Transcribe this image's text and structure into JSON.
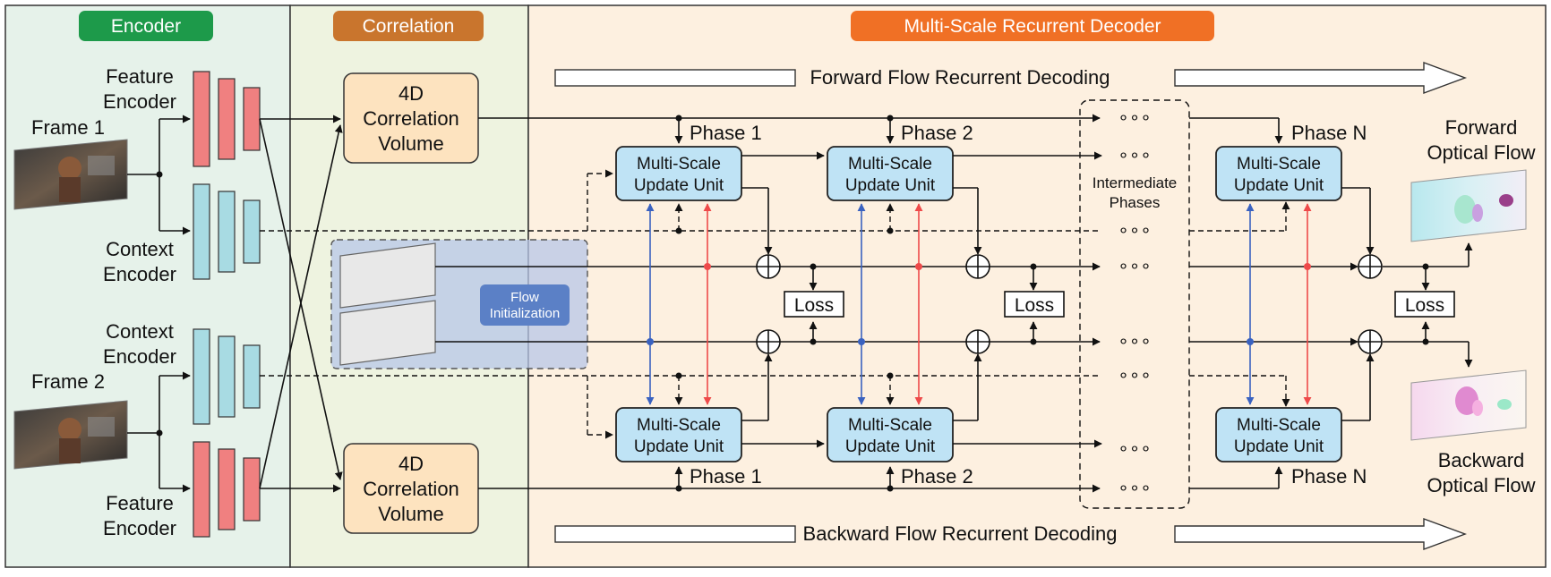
{
  "sections": {
    "encoder": "Encoder",
    "correlation": "Correlation",
    "decoder": "Multi-Scale Recurrent Decoder"
  },
  "encoder": {
    "frame1": "Frame 1",
    "frame2": "Frame 2",
    "feature_encoder_line1": "Feature",
    "feature_encoder_line2": "Encoder",
    "context_encoder_line1": "Context",
    "context_encoder_line2": "Encoder"
  },
  "correlation": {
    "line1": "4D",
    "line2": "Correlation",
    "line3": "Volume"
  },
  "flow_init": {
    "line1": "Flow",
    "line2": "Initialization"
  },
  "decoder": {
    "forward_title": "Forward Flow Recurrent Decoding",
    "backward_title": "Backward Flow Recurrent Decoding",
    "unit_line1": "Multi-Scale",
    "unit_line2": "Update Unit",
    "phase1": "Phase 1",
    "phase2": "Phase 2",
    "phaseN": "Phase N",
    "intermediate_line1": "Intermediate",
    "intermediate_line2": "Phases",
    "loss": "Loss",
    "dots": "∘∘∘"
  },
  "outputs": {
    "forward_line1": "Forward",
    "forward_line2": "Optical Flow",
    "backward_line1": "Backward",
    "backward_line2": "Optical Flow"
  },
  "colors": {
    "encoder_bg": "#e6f2ea",
    "correlation_bg": "#eef3e0",
    "decoder_bg": "#fdf0e0",
    "encoder_badge": "#1d9a4a",
    "correlation_badge": "#c9752d",
    "decoder_badge": "#f07025",
    "feature_bar": "#f08080",
    "context_bar": "#a8dbe3",
    "corr_box": "#fde3bf",
    "unit_box": "#bfe3f5",
    "flow_init_panel": "#b7c7e8",
    "flow_init_badge": "#5b80c6",
    "blue_arrow": "#3a62c0",
    "red_arrow": "#ee4a4a"
  }
}
